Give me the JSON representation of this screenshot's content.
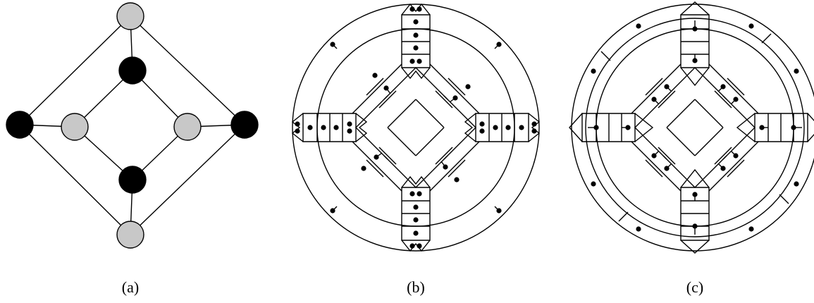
{
  "panels": [
    {
      "caption": "(a)"
    },
    {
      "caption": "(b)"
    },
    {
      "caption": "(c)"
    }
  ],
  "colors": {
    "line": "#000000",
    "vertex_black": "#000000",
    "vertex_gray": "#c8c8c8",
    "marker": "#000000",
    "background": "#ffffff"
  },
  "panel_a": {
    "vertices": [
      {
        "name": "gray-top",
        "color": "gray"
      },
      {
        "name": "black-inner-top",
        "color": "black"
      },
      {
        "name": "black-left",
        "color": "black"
      },
      {
        "name": "gray-inner-left",
        "color": "gray"
      },
      {
        "name": "gray-inner-right",
        "color": "gray"
      },
      {
        "name": "black-right",
        "color": "black"
      },
      {
        "name": "black-inner-bottom",
        "color": "black"
      },
      {
        "name": "gray-bottom",
        "color": "gray"
      }
    ],
    "edges": [
      [
        0,
        1
      ],
      [
        0,
        2
      ],
      [
        0,
        5
      ],
      [
        1,
        3
      ],
      [
        1,
        4
      ],
      [
        2,
        3
      ],
      [
        2,
        7
      ],
      [
        3,
        6
      ],
      [
        4,
        5
      ],
      [
        4,
        6
      ],
      [
        5,
        7
      ],
      [
        6,
        7
      ]
    ]
  }
}
